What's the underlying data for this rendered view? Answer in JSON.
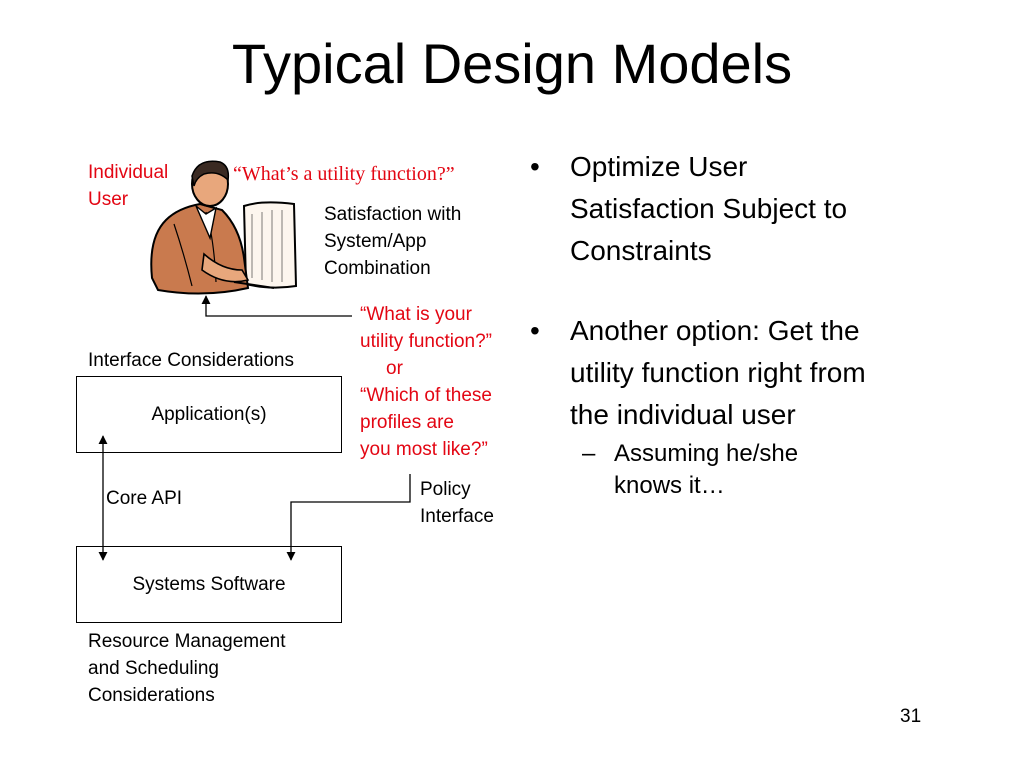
{
  "slide": {
    "title": "Typical Design Models",
    "slide_number": "31"
  },
  "diagram": {
    "individual_user": [
      "Individual",
      "User"
    ],
    "user_quote": "“What’s a utility function?”",
    "satisfaction": [
      "Satisfaction with",
      "System/App",
      "Combination"
    ],
    "question_lines": [
      "“What is your",
      "utility function?”",
      "or",
      "“Which of these",
      "profiles are",
      "you most like?”"
    ],
    "interface_considerations": "Interface Considerations",
    "application_box": "Application(s)",
    "core_api": "Core API",
    "policy_interface": [
      "Policy",
      "Interface"
    ],
    "systems_box": "Systems Software",
    "resource_mgmt": [
      "Resource Management",
      "and Scheduling",
      "Considerations"
    ],
    "user_icon": "person-at-computer-clipart"
  },
  "bullets": [
    {
      "text": [
        "Optimize User",
        "Satisfaction Subject to",
        "Constraints"
      ]
    },
    {
      "text": [
        "Another option: Get the",
        "utility function right from",
        "the individual user"
      ],
      "sub": {
        "dash": "–",
        "text": [
          "Assuming he/she",
          "knows it…"
        ]
      }
    }
  ],
  "colors": {
    "accent_red": "#e30613",
    "text": "#000000",
    "skin": "#c97a4e"
  }
}
